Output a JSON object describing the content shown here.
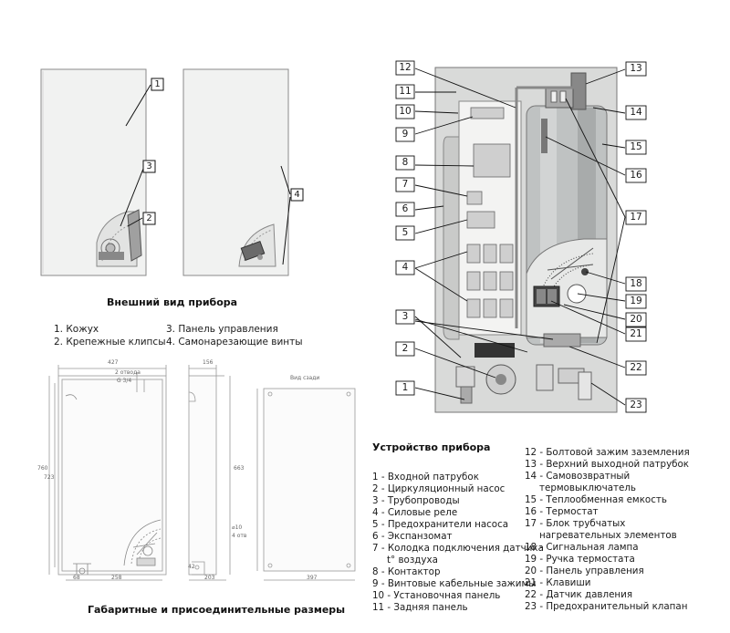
{
  "exterior": {
    "title": "Внешний вид прибора",
    "callouts": [
      "1",
      "2",
      "3",
      "4"
    ],
    "legend": [
      "1. Кожух",
      "2. Крепежные клипсы",
      "3. Панель управления",
      "4. Самонарезающие винты"
    ]
  },
  "dimensions": {
    "title": "Габаритные и присоединительные размеры",
    "front": [
      "427",
      "2 отвода",
      "G 3/4",
      "760",
      "723",
      "68",
      "258"
    ],
    "side": [
      "156",
      "42",
      "203",
      "663",
      "⌀10",
      "4 отв"
    ],
    "rear": [
      "Вид сзади",
      "397"
    ]
  },
  "device": {
    "title": "Устройство прибора",
    "callouts": [
      "1",
      "2",
      "3",
      "4",
      "5",
      "6",
      "7",
      "8",
      "9",
      "10",
      "11",
      "12",
      "13",
      "14",
      "15",
      "16",
      "17",
      "18",
      "19",
      "20",
      "21",
      "22",
      "23"
    ],
    "legend_left": [
      "1 - Входной патрубок",
      "2 - Циркуляционный насос",
      "3 - Трубопроводы",
      "4 - Силовые реле",
      "5 - Предохранители насоса",
      "6 - Экспанзомат",
      "7 - Колодка подключения датчика",
      "t° воздуха",
      "8 - Контактор",
      "9 - Винтовые кабельные зажимы",
      "10 - Установочная панель",
      "11 - Задняя панель"
    ],
    "legend_right": [
      "12 - Болтовой зажим заземления",
      "13 - Верхний выходной патрубок",
      "14 - Самовозвратный",
      "термовыключатель",
      "15 - Теплообменная емкость",
      "16 - Термостат",
      "17 - Блок трубчатых",
      "нагревательных элементов",
      "18 - Сигнальная лампа",
      "19 - Ручка термостата",
      "20 - Панель управления",
      "21 - Клавиши",
      "22 - Датчик давления",
      "23 - Предохранительный клапан"
    ]
  }
}
